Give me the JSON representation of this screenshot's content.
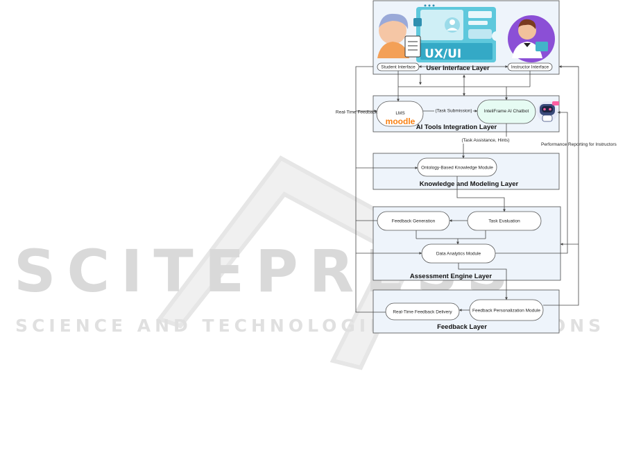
{
  "watermark": {
    "main": "SCITEPRESS",
    "sub": "SCIENCE AND TECHNOLOGIES PUBLICATIONS"
  },
  "layers": {
    "ui": "User Interface Layer",
    "ai": "AI Tools Integration Layer",
    "knowledge": "Knowledge and Modeling Layer",
    "assessment": "Assessment Engine Layer",
    "feedback": "Feedback Layer"
  },
  "nodes": {
    "student_interface": "Student Interface",
    "instructor_interface": "Instructor Interface",
    "lms": "LMS",
    "moodle_logo": "moodle",
    "chatbot": "InteliFrame AI Chatbot",
    "ontology": "Ontology-Based Knowledge Module",
    "feedback_generation": "Feedback Generation",
    "task_evaluation": "Task Evaluation",
    "data_analytics": "Data Analytics Module",
    "feedback_personalization": "Feedback Personalization Module",
    "realtime_delivery": "Real-Time Feedback Delivery"
  },
  "edge_labels": {
    "task_submission": "(Task Submission)",
    "task_assistance": "(Task Assistance, Hints)",
    "realtime_feedback": "Real-Time Feedback",
    "performance_reporting": "Performance Reporting for Instructors"
  },
  "banner_text": "UX/UI",
  "icons": [
    "student-illustration",
    "instructor-illustration",
    "ui-screens-illustration",
    "robot-icon"
  ]
}
